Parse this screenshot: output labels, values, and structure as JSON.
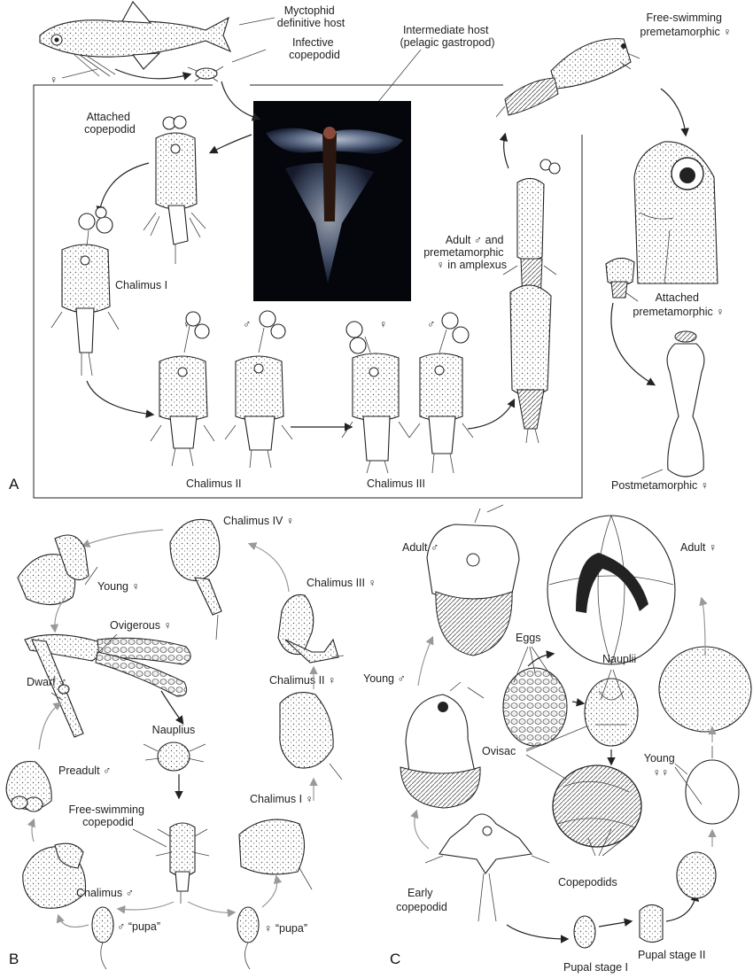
{
  "panels": {
    "a": "A",
    "b": "B",
    "c": "C"
  },
  "panel_a": {
    "myctophid": [
      "Myctophid",
      "definitive host"
    ],
    "infective": [
      "Infective",
      "copepodid"
    ],
    "intermediate": [
      "Intermediate host",
      "(pelagic gastropod)"
    ],
    "free_swimming": [
      "Free-swimming",
      "premetamorphic ♀"
    ],
    "attached_copepodid": [
      "Attached",
      "copepodid"
    ],
    "chalimus_1": "Chalimus I",
    "chalimus_2": "Chalimus II",
    "chalimus_3": "Chalimus III",
    "amplexus": [
      "Adult ♂ and",
      "premetamorphic",
      "♀ in amplexus"
    ],
    "attached_premeta": [
      "Attached",
      "premetamorphic ♀"
    ],
    "postmeta": "Postmetamorphic ♀",
    "female_symbol": "♀",
    "male_symbol": "♂"
  },
  "panel_b": {
    "chalimus_4": "Chalimus IV ♀",
    "young_f": "Young ♀",
    "chalimus_3": "Chalimus III ♀",
    "ovigerous": "Ovigerous ♀",
    "dwarf": "Dwarf ♂",
    "chalimus_2": "Chalimus II ♀",
    "nauplius": "Nauplius",
    "preadult": "Preadult ♂",
    "free_swimming": [
      "Free-swimming",
      "copepodid"
    ],
    "chalimus_1": "Chalimus I ♀",
    "chalimus_m": "Chalimus ♂",
    "pupa_m": "♂ “pupa”",
    "pupa_f": "♀ “pupa”"
  },
  "panel_c": {
    "adult_m": "Adult ♂",
    "adult_f": "Adult ♀",
    "eggs": "Eggs",
    "nauplii": "Nauplii",
    "young_m": "Young ♂",
    "ovisac": "Ovisac",
    "young_ff": [
      "Young",
      "♀♀"
    ],
    "copepodids": "Copepodids",
    "early": [
      "Early",
      "copepodid"
    ],
    "pupal_1": "Pupal stage I",
    "pupal_2": "Pupal stage II"
  }
}
